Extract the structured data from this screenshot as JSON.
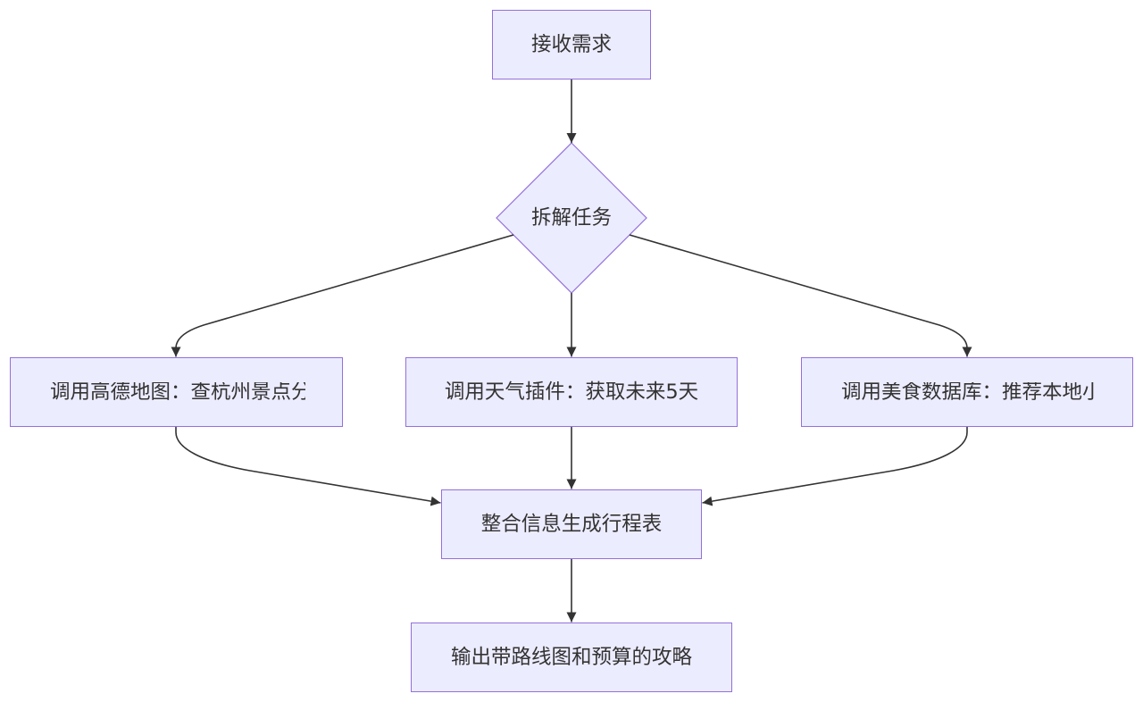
{
  "nodes": {
    "receive_request": "接收需求",
    "decompose_task": "拆解任务",
    "amap_call": "调用高德地图：查杭州景点分",
    "weather_call": "调用天气插件：获取未来5天",
    "food_call": "调用美食数据库：推荐本地小",
    "integrate": "整合信息生成行程表",
    "output": "输出带路线图和预算的攻略"
  },
  "colors": {
    "node_fill": "#ECECFF",
    "node_stroke": "#9370DB",
    "edge": "#333333",
    "text": "#333333",
    "background": "#FFFFFF"
  }
}
